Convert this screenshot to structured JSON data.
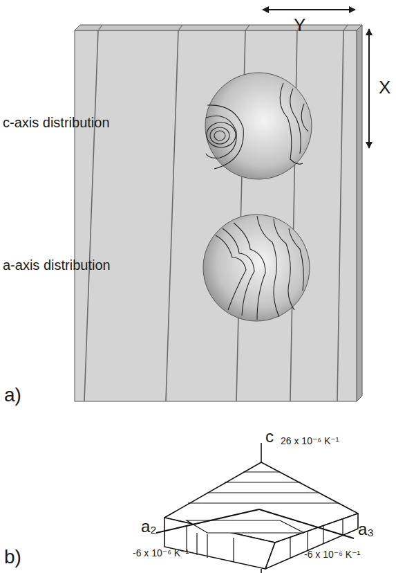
{
  "diagram": {
    "labels": [
      "Y",
      "X",
      "c-axis distribution",
      "a-axis distribution",
      "a)",
      "c",
      "26 x 10⁻⁶ K⁻¹",
      "a₂",
      "a₃",
      "-6 x 10⁻⁶ K⁻¹",
      "-6 x 10⁻⁶ K⁻¹",
      "b)"
    ]
  }
}
